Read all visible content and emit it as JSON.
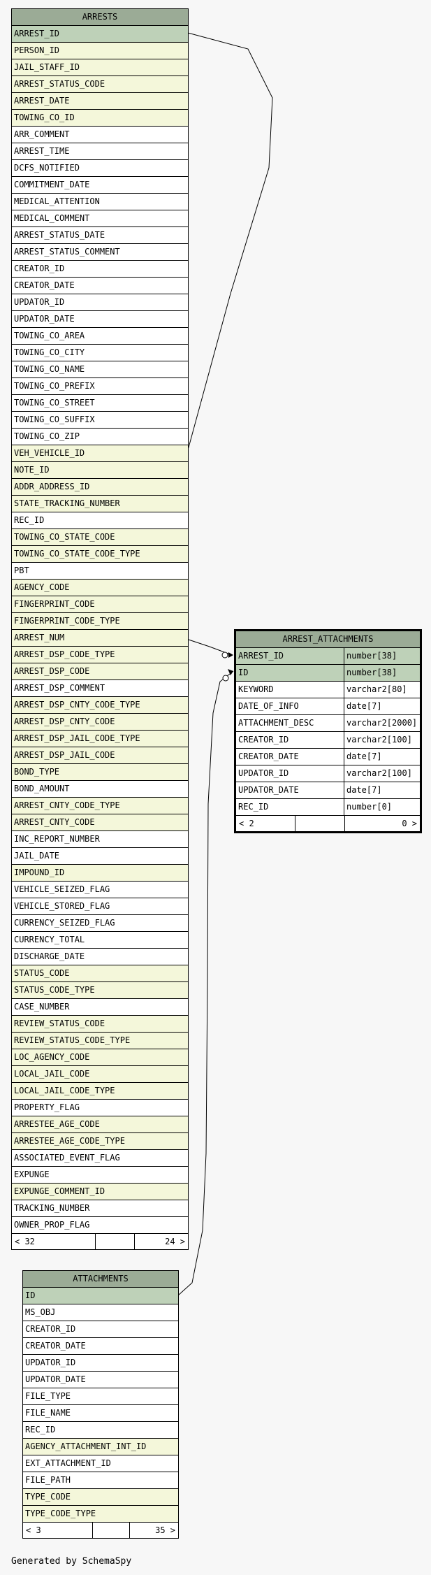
{
  "tables": [
    {
      "id": "arrests",
      "title": "ARRESTS",
      "columns": [
        {
          "name": "ARREST_ID",
          "kind": "pk"
        },
        {
          "name": "PERSON_ID",
          "kind": "fk"
        },
        {
          "name": "JAIL_STAFF_ID",
          "kind": "fk"
        },
        {
          "name": "ARREST_STATUS_CODE",
          "kind": "fk"
        },
        {
          "name": "ARREST_DATE",
          "kind": "fk"
        },
        {
          "name": "TOWING_CO_ID",
          "kind": "fk"
        },
        {
          "name": "ARR_COMMENT",
          "kind": "plain"
        },
        {
          "name": "ARREST_TIME",
          "kind": "plain"
        },
        {
          "name": "DCFS_NOTIFIED",
          "kind": "plain"
        },
        {
          "name": "COMMITMENT_DATE",
          "kind": "plain"
        },
        {
          "name": "MEDICAL_ATTENTION",
          "kind": "plain"
        },
        {
          "name": "MEDICAL_COMMENT",
          "kind": "plain"
        },
        {
          "name": "ARREST_STATUS_DATE",
          "kind": "plain"
        },
        {
          "name": "ARREST_STATUS_COMMENT",
          "kind": "plain"
        },
        {
          "name": "CREATOR_ID",
          "kind": "plain"
        },
        {
          "name": "CREATOR_DATE",
          "kind": "plain"
        },
        {
          "name": "UPDATOR_ID",
          "kind": "plain"
        },
        {
          "name": "UPDATOR_DATE",
          "kind": "plain"
        },
        {
          "name": "TOWING_CO_AREA",
          "kind": "plain"
        },
        {
          "name": "TOWING_CO_CITY",
          "kind": "plain"
        },
        {
          "name": "TOWING_CO_NAME",
          "kind": "plain"
        },
        {
          "name": "TOWING_CO_PREFIX",
          "kind": "plain"
        },
        {
          "name": "TOWING_CO_STREET",
          "kind": "plain"
        },
        {
          "name": "TOWING_CO_SUFFIX",
          "kind": "plain"
        },
        {
          "name": "TOWING_CO_ZIP",
          "kind": "plain"
        },
        {
          "name": "VEH_VEHICLE_ID",
          "kind": "fk"
        },
        {
          "name": "NOTE_ID",
          "kind": "fk"
        },
        {
          "name": "ADDR_ADDRESS_ID",
          "kind": "fk"
        },
        {
          "name": "STATE_TRACKING_NUMBER",
          "kind": "fk"
        },
        {
          "name": "REC_ID",
          "kind": "plain"
        },
        {
          "name": "TOWING_CO_STATE_CODE",
          "kind": "fk"
        },
        {
          "name": "TOWING_CO_STATE_CODE_TYPE",
          "kind": "fk"
        },
        {
          "name": "PBT",
          "kind": "plain"
        },
        {
          "name": "AGENCY_CODE",
          "kind": "fk"
        },
        {
          "name": "FINGERPRINT_CODE",
          "kind": "fk"
        },
        {
          "name": "FINGERPRINT_CODE_TYPE",
          "kind": "fk"
        },
        {
          "name": "ARREST_NUM",
          "kind": "fk"
        },
        {
          "name": "ARREST_DSP_CODE_TYPE",
          "kind": "fk"
        },
        {
          "name": "ARREST_DSP_CODE",
          "kind": "fk"
        },
        {
          "name": "ARREST_DSP_COMMENT",
          "kind": "plain"
        },
        {
          "name": "ARREST_DSP_CNTY_CODE_TYPE",
          "kind": "fk"
        },
        {
          "name": "ARREST_DSP_CNTY_CODE",
          "kind": "fk"
        },
        {
          "name": "ARREST_DSP_JAIL_CODE_TYPE",
          "kind": "fk"
        },
        {
          "name": "ARREST_DSP_JAIL_CODE",
          "kind": "fk"
        },
        {
          "name": "BOND_TYPE",
          "kind": "fk"
        },
        {
          "name": "BOND_AMOUNT",
          "kind": "plain"
        },
        {
          "name": "ARREST_CNTY_CODE_TYPE",
          "kind": "fk"
        },
        {
          "name": "ARREST_CNTY_CODE",
          "kind": "fk"
        },
        {
          "name": "INC_REPORT_NUMBER",
          "kind": "plain"
        },
        {
          "name": "JAIL_DATE",
          "kind": "plain"
        },
        {
          "name": "IMPOUND_ID",
          "kind": "fk"
        },
        {
          "name": "VEHICLE_SEIZED_FLAG",
          "kind": "plain"
        },
        {
          "name": "VEHICLE_STORED_FLAG",
          "kind": "plain"
        },
        {
          "name": "CURRENCY_SEIZED_FLAG",
          "kind": "plain"
        },
        {
          "name": "CURRENCY_TOTAL",
          "kind": "plain"
        },
        {
          "name": "DISCHARGE_DATE",
          "kind": "plain"
        },
        {
          "name": "STATUS_CODE",
          "kind": "fk"
        },
        {
          "name": "STATUS_CODE_TYPE",
          "kind": "fk"
        },
        {
          "name": "CASE_NUMBER",
          "kind": "plain"
        },
        {
          "name": "REVIEW_STATUS_CODE",
          "kind": "fk"
        },
        {
          "name": "REVIEW_STATUS_CODE_TYPE",
          "kind": "fk"
        },
        {
          "name": "LOC_AGENCY_CODE",
          "kind": "fk"
        },
        {
          "name": "LOCAL_JAIL_CODE",
          "kind": "fk"
        },
        {
          "name": "LOCAL_JAIL_CODE_TYPE",
          "kind": "fk"
        },
        {
          "name": "PROPERTY_FLAG",
          "kind": "plain"
        },
        {
          "name": "ARRESTEE_AGE_CODE",
          "kind": "fk"
        },
        {
          "name": "ARRESTEE_AGE_CODE_TYPE",
          "kind": "fk"
        },
        {
          "name": "ASSOCIATED_EVENT_FLAG",
          "kind": "plain"
        },
        {
          "name": "EXPUNGE",
          "kind": "plain"
        },
        {
          "name": "EXPUNGE_COMMENT_ID",
          "kind": "fk"
        },
        {
          "name": "TRACKING_NUMBER",
          "kind": "plain"
        },
        {
          "name": "OWNER_PROP_FLAG",
          "kind": "plain"
        }
      ],
      "footer": {
        "left": "< 32",
        "right": "24 >"
      }
    },
    {
      "id": "arrest_attachments",
      "title": "ARREST_ATTACHMENTS",
      "columns": [
        {
          "name": "ARREST_ID",
          "type": "number[38]",
          "kind": "pk"
        },
        {
          "name": "ID",
          "type": "number[38]",
          "kind": "pk"
        },
        {
          "name": "KEYWORD",
          "type": "varchar2[80]",
          "kind": "plain"
        },
        {
          "name": "DATE_OF_INFO",
          "type": "date[7]",
          "kind": "plain"
        },
        {
          "name": "ATTACHMENT_DESC",
          "type": "varchar2[2000]",
          "kind": "plain"
        },
        {
          "name": "CREATOR_ID",
          "type": "varchar2[100]",
          "kind": "plain"
        },
        {
          "name": "CREATOR_DATE",
          "type": "date[7]",
          "kind": "plain"
        },
        {
          "name": "UPDATOR_ID",
          "type": "varchar2[100]",
          "kind": "plain"
        },
        {
          "name": "UPDATOR_DATE",
          "type": "date[7]",
          "kind": "plain"
        },
        {
          "name": "REC_ID",
          "type": "number[0]",
          "kind": "plain"
        }
      ],
      "footer": {
        "left": "< 2",
        "right": "0 >"
      }
    },
    {
      "id": "attachments",
      "title": "ATTACHMENTS",
      "columns": [
        {
          "name": "ID",
          "kind": "pk"
        },
        {
          "name": "MS_OBJ",
          "kind": "plain"
        },
        {
          "name": "CREATOR_ID",
          "kind": "plain"
        },
        {
          "name": "CREATOR_DATE",
          "kind": "plain"
        },
        {
          "name": "UPDATOR_ID",
          "kind": "plain"
        },
        {
          "name": "UPDATOR_DATE",
          "kind": "plain"
        },
        {
          "name": "FILE_TYPE",
          "kind": "plain"
        },
        {
          "name": "FILE_NAME",
          "kind": "plain"
        },
        {
          "name": "REC_ID",
          "kind": "plain"
        },
        {
          "name": "AGENCY_ATTACHMENT_INT_ID",
          "kind": "fk"
        },
        {
          "name": "EXT_ATTACHMENT_ID",
          "kind": "plain"
        },
        {
          "name": "FILE_PATH",
          "kind": "plain"
        },
        {
          "name": "TYPE_CODE",
          "kind": "fk"
        },
        {
          "name": "TYPE_CODE_TYPE",
          "kind": "fk"
        }
      ],
      "footer": {
        "left": "< 3",
        "right": "35 >"
      }
    }
  ],
  "relationships": [
    {
      "from_table": "arrests",
      "from_column": "ARREST_ID",
      "to_table": "arrest_attachments",
      "to_column": "ARREST_ID"
    },
    {
      "from_table": "attachments",
      "from_column": "ID",
      "to_table": "arrest_attachments",
      "to_column": "ID"
    }
  ],
  "footer_text": "Generated by SchemaSpy"
}
